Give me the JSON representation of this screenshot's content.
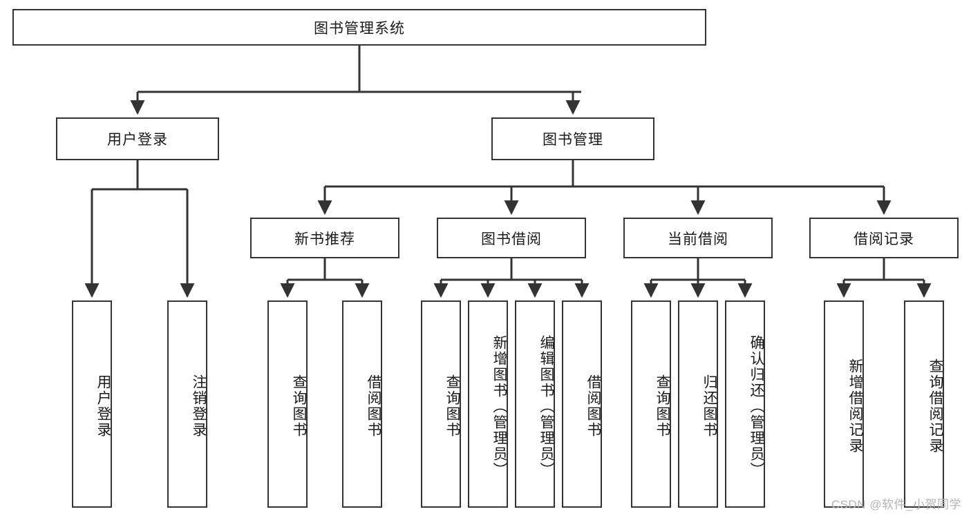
{
  "diagram": {
    "title": "图书管理系统",
    "type": "tree",
    "orientation": "top-down",
    "line_color": "#333333",
    "box_fill": "#ffffff",
    "text_color": "#1a1a1a",
    "nodes": {
      "root": {
        "label": "图书管理系统",
        "level": 0,
        "text_direction": "horizontal"
      },
      "l1": [
        {
          "label": "用户登录",
          "text_direction": "horizontal"
        },
        {
          "label": "图书管理",
          "text_direction": "horizontal"
        }
      ],
      "l2": [
        {
          "label": "新书推荐",
          "text_direction": "horizontal"
        },
        {
          "label": "图书借阅",
          "text_direction": "horizontal"
        },
        {
          "label": "当前借阅",
          "text_direction": "horizontal"
        },
        {
          "label": "借阅记录",
          "text_direction": "horizontal"
        }
      ],
      "leaves": {
        "user_login": [
          {
            "label": "用户登录",
            "text_direction": "vertical"
          },
          {
            "label": "注销登录",
            "text_direction": "vertical"
          }
        ],
        "new_book_recommend": [
          {
            "label": "查询图书",
            "text_direction": "vertical"
          },
          {
            "label": "借阅图书",
            "text_direction": "vertical"
          }
        ],
        "book_borrow": [
          {
            "label": "查询图书",
            "text_direction": "vertical"
          },
          {
            "label": "新增图书（管理员）",
            "text_direction": "vertical"
          },
          {
            "label": "编辑图书（管理员）",
            "text_direction": "vertical"
          },
          {
            "label": "借阅图书",
            "text_direction": "vertical"
          }
        ],
        "current_borrow": [
          {
            "label": "查询图书",
            "text_direction": "vertical"
          },
          {
            "label": "归还图书",
            "text_direction": "vertical"
          },
          {
            "label": "确认归还（管理员）",
            "text_direction": "vertical"
          }
        ],
        "borrow_record": [
          {
            "label": "新增借阅记录",
            "text_direction": "vertical"
          },
          {
            "label": "查询借阅记录",
            "text_direction": "vertical"
          }
        ]
      }
    }
  },
  "watermark": {
    "text": "CSDN @软件_小贺同学"
  }
}
